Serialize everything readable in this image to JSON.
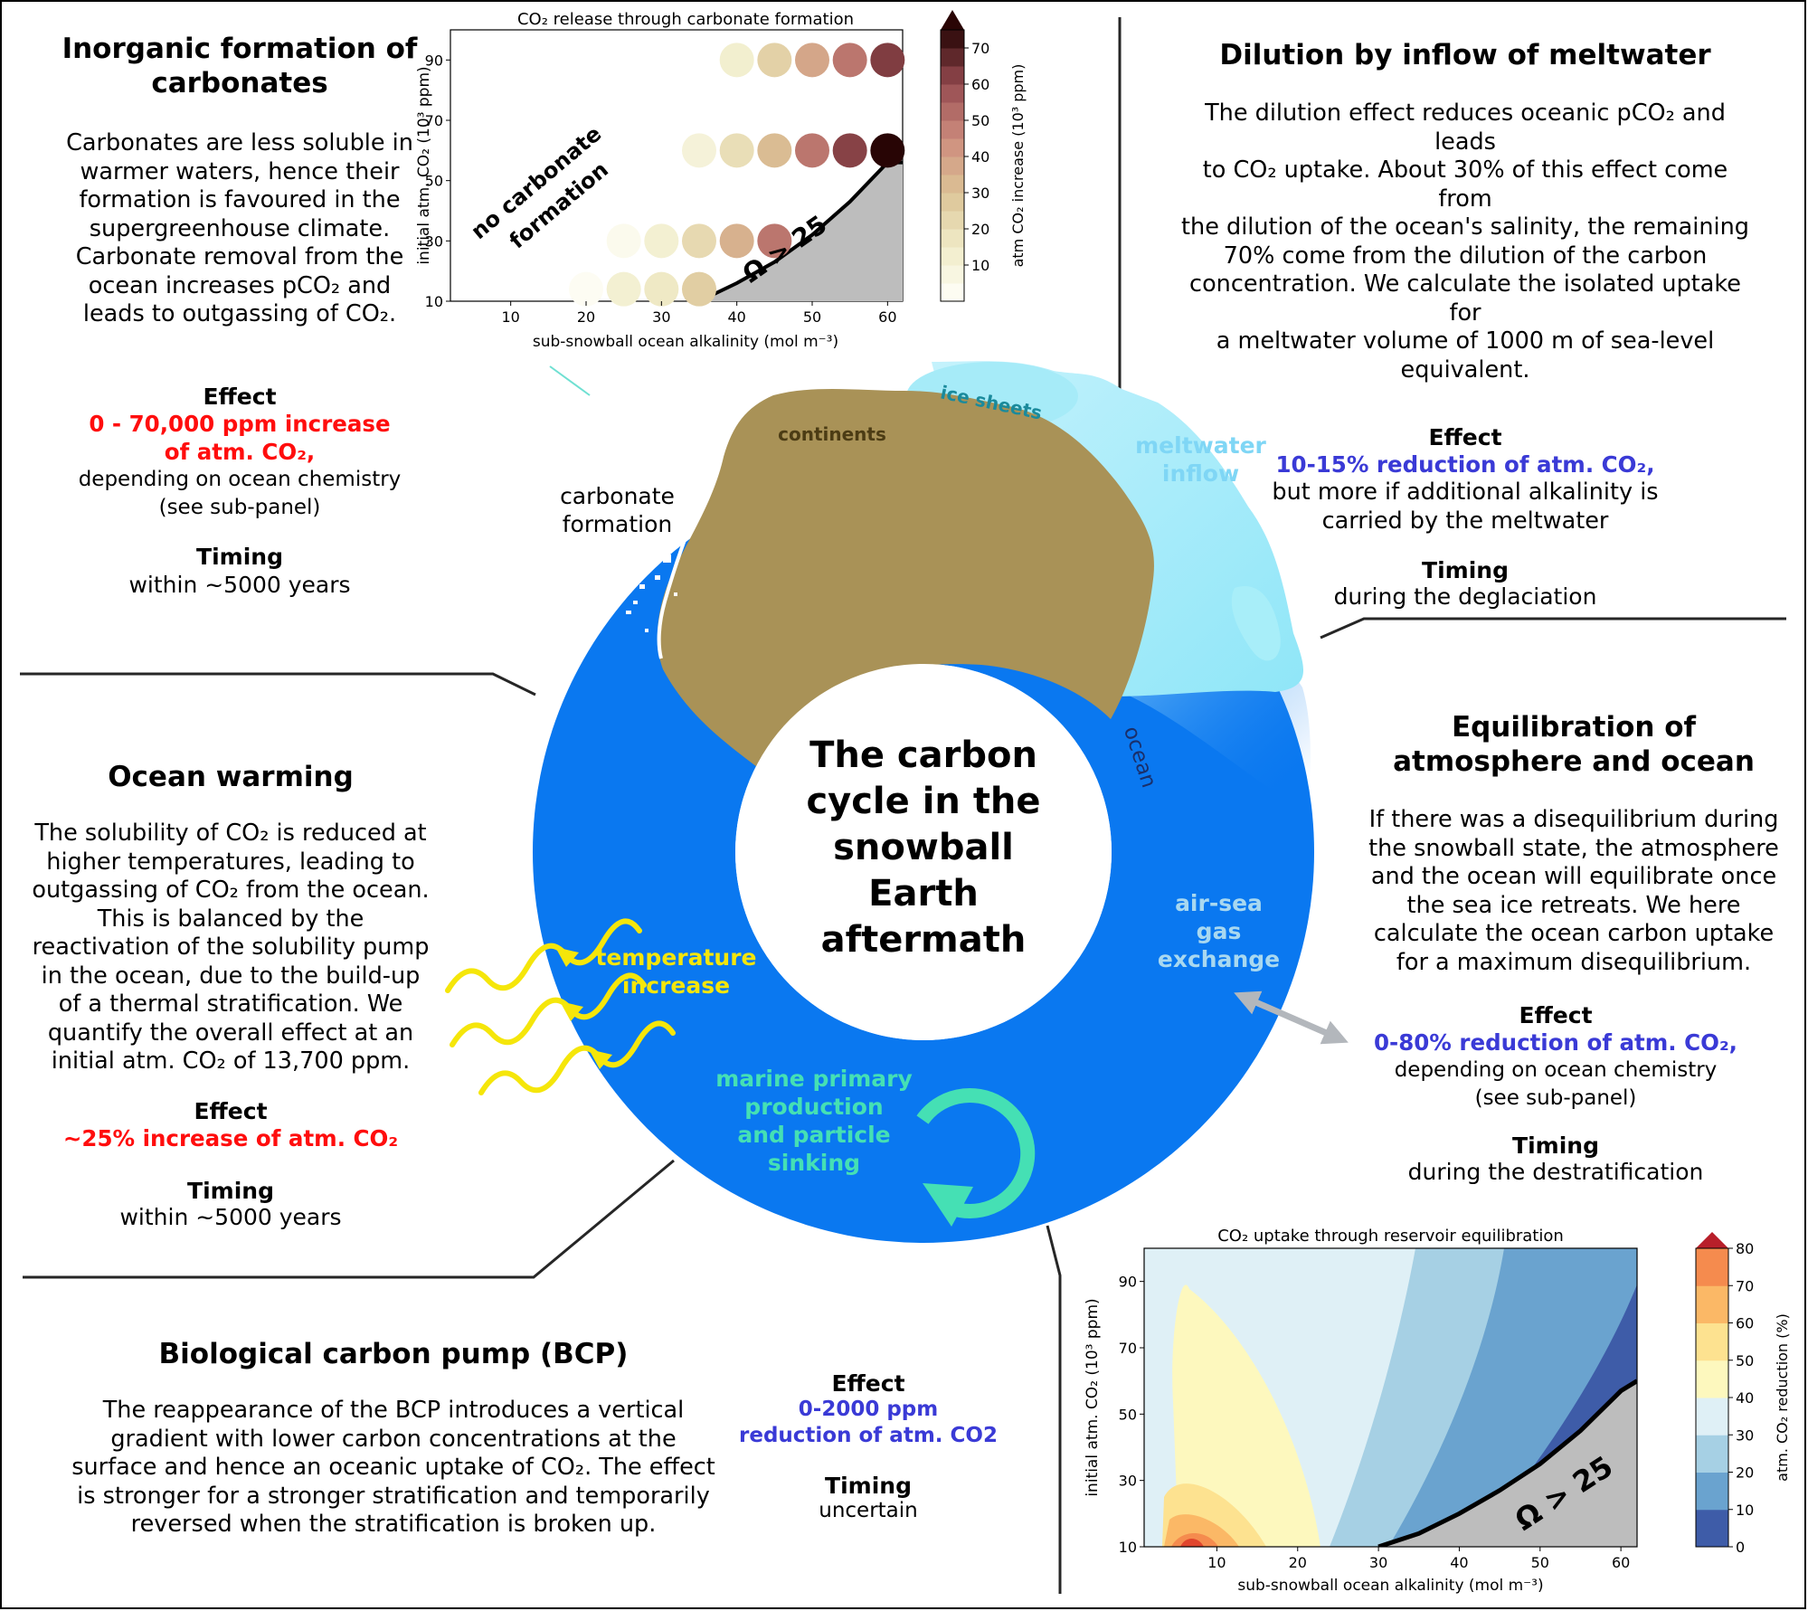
{
  "center": {
    "title_lines": [
      "The carbon",
      "cycle in the",
      "snowball",
      "Earth",
      "aftermath"
    ]
  },
  "diagram": {
    "continents": "continents",
    "ice_sheets": "ice sheets",
    "ocean": "ocean",
    "carbonate_formation": [
      "carbonate",
      "formation"
    ],
    "meltwater_inflow": [
      "meltwater",
      "inflow"
    ],
    "air_sea": [
      "air-sea",
      "gas",
      "exchange"
    ],
    "temperature": [
      "temperature",
      "increase"
    ],
    "marine": [
      "marine primary",
      "production",
      "and particle",
      "sinking"
    ]
  },
  "panels": {
    "inorganic": {
      "title": "Inorganic formation of carbonates",
      "body_lines": [
        "Carbonates are less soluble in",
        "warmer waters, hence their",
        "formation is favoured in the",
        "supergreenhouse climate.",
        "Carbonate removal from the",
        "ocean increases pCO₂ and",
        "leads to outgassing of CO₂."
      ],
      "effect_label": "Effect",
      "effect_value": [
        "0 - 70,000 ppm increase",
        "of atm. CO₂,"
      ],
      "effect_detail": [
        "depending on ocean chemistry",
        "(see sub-panel)"
      ],
      "timing_label": "Timing",
      "timing_value": "within ~5000 years"
    },
    "dilution": {
      "title": "Dilution by inflow of meltwater",
      "body_lines": [
        "The dilution effect reduces oceanic pCO₂ and leads",
        "to CO₂ uptake. About 30% of this effect come from",
        "the dilution of the ocean's salinity, the remaining",
        "70% come from the dilution of the carbon",
        "concentration. We calculate the isolated uptake for",
        "a meltwater volume of 1000 m of sea-level",
        "equivalent."
      ],
      "effect_label": "Effect",
      "effect_value": "10-15% reduction of atm. CO₂,",
      "effect_detail": [
        "but more if additional alkalinity is",
        "carried by the meltwater"
      ],
      "timing_label": "Timing",
      "timing_value": "during the deglaciation"
    },
    "warming": {
      "title": "Ocean warming",
      "body_lines": [
        "The solubility of CO₂ is reduced at",
        "higher temperatures, leading to",
        "outgassing of CO₂ from the ocean.",
        "This is balanced by the",
        "reactivation of the solubility pump",
        "in the ocean, due to the build-up",
        "of a thermal stratification. We",
        "quantify the overall effect at an",
        "initial atm. CO₂ of 13,700 ppm."
      ],
      "effect_label": "Effect",
      "effect_value": "~25% increase of atm. CO₂",
      "timing_label": "Timing",
      "timing_value": "within ~5000 years"
    },
    "equilibration": {
      "title": [
        "Equilibration of",
        "atmosphere and ocean"
      ],
      "body_lines": [
        "If there was a disequilibrium during",
        "the snowball state, the atmosphere",
        "and the ocean will equilibrate once",
        "the sea ice retreats. We here",
        "calculate the ocean carbon uptake",
        "for a maximum disequilibrium."
      ],
      "effect_label": "Effect",
      "effect_value": "0-80% reduction of atm. CO₂,",
      "effect_detail": [
        "depending on ocean chemistry",
        "(see sub-panel)"
      ],
      "timing_label": "Timing",
      "timing_value": "during the destratification"
    },
    "bcp": {
      "title": "Biological carbon pump (BCP)",
      "body_lines": [
        "The reappearance of the BCP introduces a vertical",
        "gradient with lower carbon concentrations at the",
        "surface and hence an oceanic uptake of CO₂. The effect",
        "is stronger for a stronger stratification and temporarily",
        "reversed when the stratification is broken up."
      ],
      "effect_label": "Effect",
      "effect_value": [
        "0-2000 ppm",
        "reduction of atm. CO2"
      ],
      "timing_label": "Timing",
      "timing_value": "uncertain"
    }
  },
  "colors": {
    "ocean": "#0a78f0",
    "continents": "#a99257",
    "ice": "#9eeaf8",
    "effect_red": "#ff0d0d",
    "effect_blue": "#3a3ad6",
    "temperature": "#f5e60a",
    "marine": "#45e0b4",
    "air_sea_text": "#a8d8f0",
    "meltwater_text": "#7fd6f5"
  },
  "chart_data": [
    {
      "type": "scatter",
      "title": "CO₂ release through carbonate formation",
      "xlabel": "sub-snowball ocean alkalinity (mol m⁻³)",
      "ylabel": "initial atm. CO₂ (10³ ppm)",
      "xlim": [
        2,
        62
      ],
      "ylim": [
        10,
        100
      ],
      "xticks": [
        10,
        20,
        30,
        40,
        50,
        60
      ],
      "yticks": [
        10,
        30,
        50,
        70,
        90
      ],
      "colorbar_label": "atm CO₂ increase (10³ ppm)",
      "colorbar_ticks": [
        10,
        20,
        30,
        40,
        50,
        60,
        70
      ],
      "colorbar_extend": "max",
      "annotations": [
        "no carbonate formation",
        "Ω > 25"
      ],
      "boundary_x": [
        35,
        40,
        45,
        50,
        55,
        60
      ],
      "boundary_y": [
        10,
        16,
        23,
        32,
        43,
        56
      ],
      "points": [
        {
          "x": 20,
          "y": 14,
          "v": 2
        },
        {
          "x": 25,
          "y": 14,
          "v": 12
        },
        {
          "x": 30,
          "y": 14,
          "v": 16
        },
        {
          "x": 35,
          "y": 14,
          "v": 26
        },
        {
          "x": 25,
          "y": 30,
          "v": 4
        },
        {
          "x": 30,
          "y": 30,
          "v": 12
        },
        {
          "x": 35,
          "y": 30,
          "v": 22
        },
        {
          "x": 40,
          "y": 30,
          "v": 35
        },
        {
          "x": 45,
          "y": 30,
          "v": 50
        },
        {
          "x": 35,
          "y": 60,
          "v": 10
        },
        {
          "x": 40,
          "y": 60,
          "v": 20
        },
        {
          "x": 45,
          "y": 60,
          "v": 32
        },
        {
          "x": 50,
          "y": 60,
          "v": 50
        },
        {
          "x": 55,
          "y": 60,
          "v": 62
        },
        {
          "x": 60,
          "y": 60,
          "v": 75
        },
        {
          "x": 40,
          "y": 90,
          "v": 13
        },
        {
          "x": 45,
          "y": 90,
          "v": 25
        },
        {
          "x": 50,
          "y": 90,
          "v": 38
        },
        {
          "x": 55,
          "y": 90,
          "v": 50
        },
        {
          "x": 60,
          "y": 90,
          "v": 63
        }
      ]
    },
    {
      "type": "heatmap",
      "title": "CO₂ uptake through reservoir equilibration",
      "xlabel": "sub-snowball ocean alkalinity (mol m⁻³)",
      "ylabel": "initial atm. CO₂ (10³ ppm)",
      "xlim": [
        1,
        62
      ],
      "ylim": [
        10,
        100
      ],
      "xticks": [
        10,
        20,
        30,
        40,
        50,
        60
      ],
      "yticks": [
        10,
        30,
        50,
        70,
        90
      ],
      "colorbar_label": "atm. CO₂ reduction (%)",
      "colorbar_ticks": [
        0,
        10,
        20,
        30,
        40,
        50,
        60,
        70,
        80
      ],
      "colorbar_extend": "max",
      "annotations": [
        "Ω > 25"
      ],
      "levels": [
        {
          "range": "30-40",
          "color": "#dff0f6"
        },
        {
          "range": "40-50",
          "color": "#fdf8be"
        },
        {
          "range": "50-60",
          "color": "#fde290"
        },
        {
          "range": "60-70",
          "color": "#fbb866"
        },
        {
          "range": "70-80",
          "color": "#f58b4e"
        },
        {
          "range": ">80",
          "color": "#e0452d"
        },
        {
          "range": "20-30",
          "color": "#a6d0e4"
        },
        {
          "range": "10-20",
          "color": "#6aa3cf"
        },
        {
          "range": "0-10",
          "color": "#3e5ca8"
        }
      ],
      "boundary_x": [
        30,
        35,
        40,
        45,
        50,
        55,
        60
      ],
      "boundary_y": [
        10,
        14,
        20,
        27,
        35,
        45,
        57
      ]
    }
  ]
}
